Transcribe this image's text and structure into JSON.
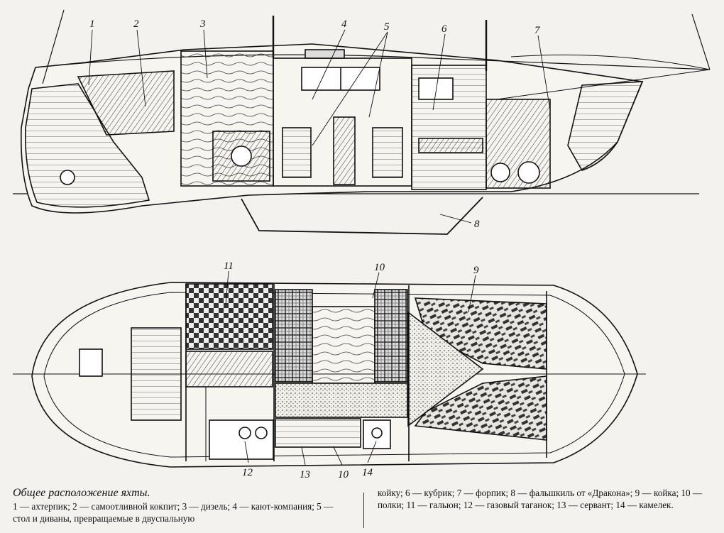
{
  "labels": {
    "side_1": "1",
    "side_2": "2",
    "side_3": "3",
    "side_4": "4",
    "side_5": "5",
    "side_6": "6",
    "side_7": "7",
    "side_8": "8",
    "plan_9": "9",
    "plan_10_top": "10",
    "plan_10_bottom": "10",
    "plan_11": "11",
    "plan_12": "12",
    "plan_13": "13",
    "plan_14": "14"
  },
  "caption": {
    "title": "Общее расположение яхты.",
    "left_text": "1 — ахтерпик; 2 — самоотливной кокпит; 3 — дизель; 4 — кают-компания; 5 — стол и диваны, превращаемые в двуспальную",
    "right_text": "койку; 6 — кубрик; 7 — форпик; 8 — фальшкиль от «Дракона»; 9 — койка; 10 — полки; 11 — гальюн; 12 — газовый таганок; 13 — сервант; 14 — камелек."
  }
}
